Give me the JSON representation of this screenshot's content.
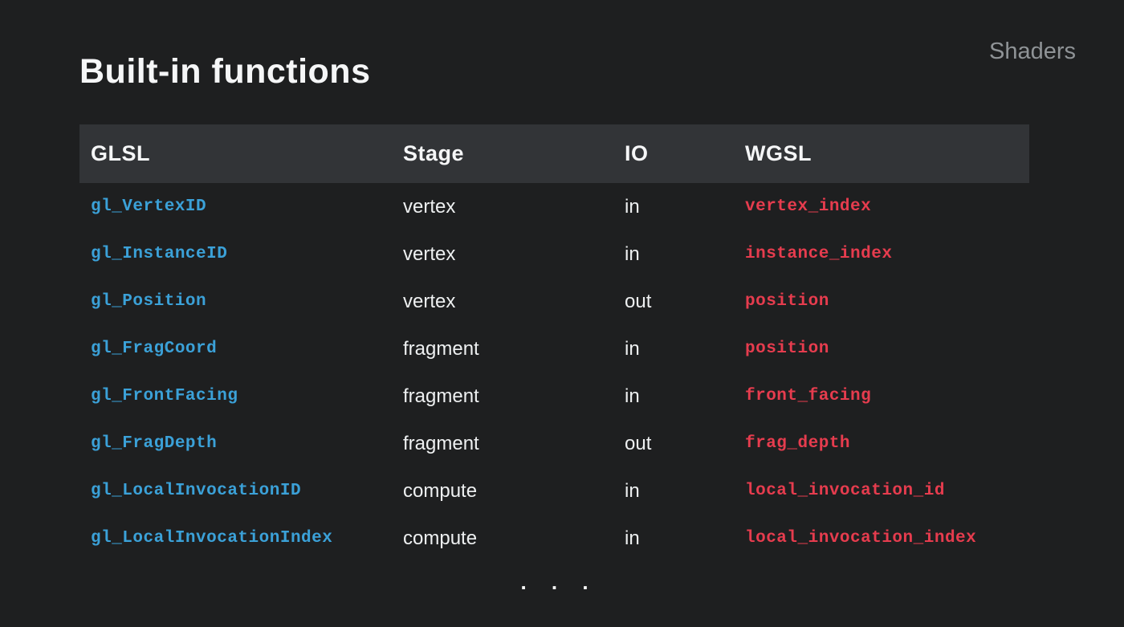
{
  "title": "Built-in functions",
  "corner_label": "Shaders",
  "more_indicator": ". . .",
  "colors": {
    "background": "#1e1f20",
    "header_background": "#323437",
    "glsl_blue": "#3ba1d8",
    "wgsl_red": "#e63c4e",
    "text_white": "#f5f6f7",
    "muted_gray": "#8f9396"
  },
  "table": {
    "headers": [
      "GLSL",
      "Stage",
      "IO",
      "WGSL"
    ],
    "rows": [
      {
        "glsl": "gl_VertexID",
        "stage": "vertex",
        "io": "in",
        "wgsl": "vertex_index"
      },
      {
        "glsl": "gl_InstanceID",
        "stage": "vertex",
        "io": "in",
        "wgsl": "instance_index"
      },
      {
        "glsl": "gl_Position",
        "stage": "vertex",
        "io": "out",
        "wgsl": "position"
      },
      {
        "glsl": "gl_FragCoord",
        "stage": "fragment",
        "io": "in",
        "wgsl": "position"
      },
      {
        "glsl": "gl_FrontFacing",
        "stage": "fragment",
        "io": "in",
        "wgsl": "front_facing"
      },
      {
        "glsl": "gl_FragDepth",
        "stage": "fragment",
        "io": "out",
        "wgsl": "frag_depth"
      },
      {
        "glsl": "gl_LocalInvocationID",
        "stage": "compute",
        "io": "in",
        "wgsl": "local_invocation_id"
      },
      {
        "glsl": "gl_LocalInvocationIndex",
        "stage": "compute",
        "io": "in",
        "wgsl": "local_invocation_index"
      }
    ]
  }
}
